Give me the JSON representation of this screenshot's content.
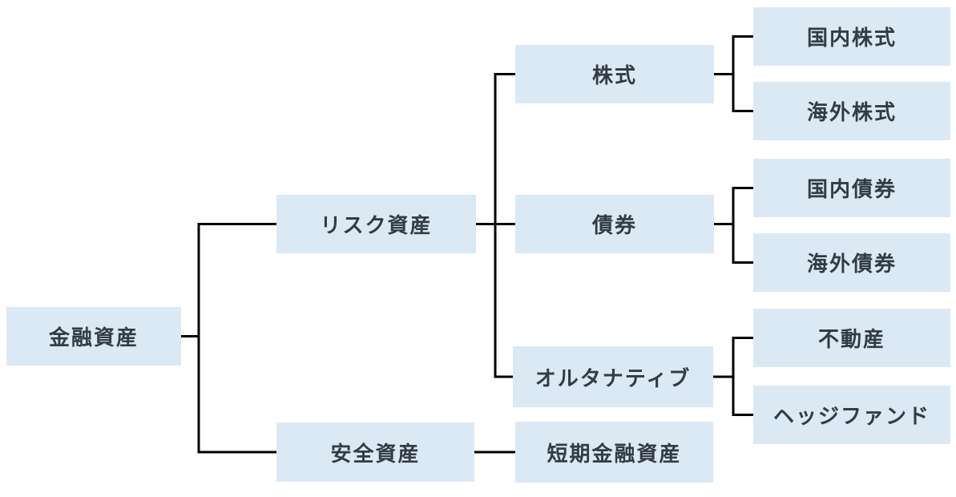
{
  "diagram": {
    "type": "tree",
    "orientation": "left-to-right",
    "colors": {
      "node_fill": "#dbe9f5",
      "node_text": "#333b43",
      "connector": "#000000",
      "background": "#ffffff"
    },
    "nodes": [
      {
        "id": "financial-assets",
        "label": "金融資産",
        "parent": null
      },
      {
        "id": "risk-assets",
        "label": "リスク資産",
        "parent": "financial-assets"
      },
      {
        "id": "equities",
        "label": "株式",
        "parent": "risk-assets"
      },
      {
        "id": "domestic-equities",
        "label": "国内株式",
        "parent": "equities"
      },
      {
        "id": "foreign-equities",
        "label": "海外株式",
        "parent": "equities"
      },
      {
        "id": "bonds",
        "label": "債券",
        "parent": "risk-assets"
      },
      {
        "id": "domestic-bonds",
        "label": "国内債券",
        "parent": "bonds"
      },
      {
        "id": "foreign-bonds",
        "label": "海外債券",
        "parent": "bonds"
      },
      {
        "id": "alternatives",
        "label": "オルタナティブ",
        "parent": "risk-assets"
      },
      {
        "id": "real-estate",
        "label": "不動産",
        "parent": "alternatives"
      },
      {
        "id": "hedge-fund",
        "label": "ヘッジファンド",
        "parent": "alternatives"
      },
      {
        "id": "safe-assets",
        "label": "安全資産",
        "parent": "financial-assets"
      },
      {
        "id": "short-term-assets",
        "label": "短期金融資産",
        "parent": "safe-assets"
      }
    ]
  }
}
